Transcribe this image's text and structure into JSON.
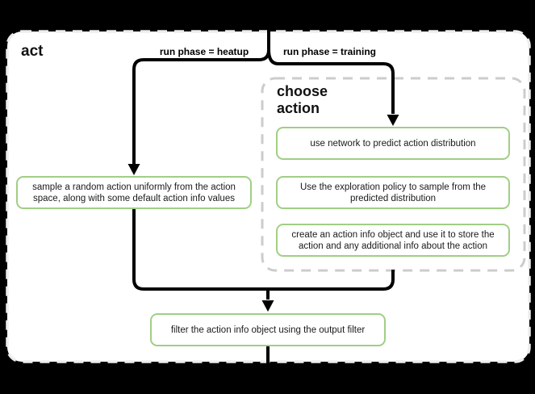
{
  "diagram": {
    "title": "act",
    "branch_labels": {
      "heatup": "run phase = heatup",
      "training": "run phase = training"
    },
    "subprocess": {
      "title": "choose action"
    },
    "nodes": {
      "sample": "sample a random action uniformly from the action space, along with some default action info values",
      "predict": "use network to predict action distribution",
      "explore": "Use the exploration policy to sample from the predicted distribution",
      "create_info": "create an action info object and use it to store the action and any additional info about the action",
      "filter": "filter the action info object using the output filter"
    },
    "colors": {
      "background": "#000000",
      "container_fill": "#ffffff",
      "container_border": "#ededed",
      "subprocess_border": "#cccccc",
      "node_border": "#a1ce85",
      "connector": "#000000"
    }
  }
}
